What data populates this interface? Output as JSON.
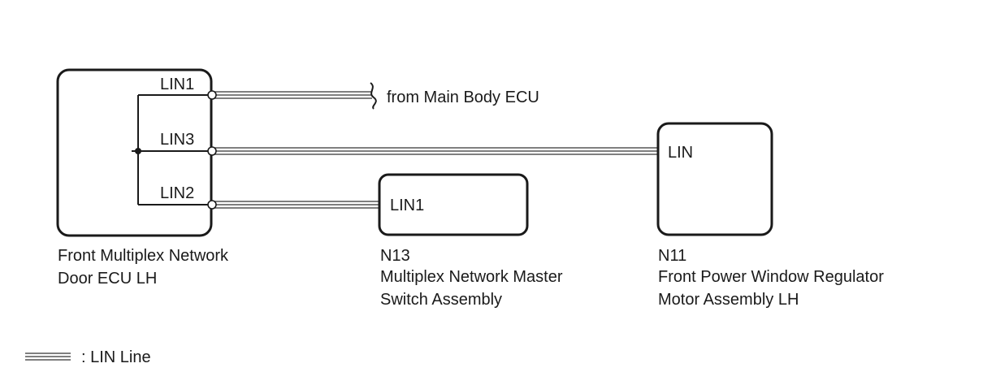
{
  "components": {
    "door_ecu": {
      "name_line1": "Front Multiplex Network",
      "name_line2": "Door ECU LH",
      "pins": {
        "lin1": "LIN1",
        "lin3": "LIN3",
        "lin2": "LIN2"
      }
    },
    "master_switch": {
      "code": "N13",
      "name_line1": "Multiplex Network Master",
      "name_line2": "Switch Assembly",
      "pin": "LIN1"
    },
    "window_motor": {
      "code": "N11",
      "name_line1": "Front Power Window Regulator",
      "name_line2": "Motor Assembly LH",
      "pin": "LIN"
    }
  },
  "external": {
    "from_text": "from Main Body ECU"
  },
  "legend": {
    "text": ": LIN Line"
  },
  "colors": {
    "ink": "#1a1a1a",
    "lin_line": "#555555",
    "background": "#ffffff"
  }
}
